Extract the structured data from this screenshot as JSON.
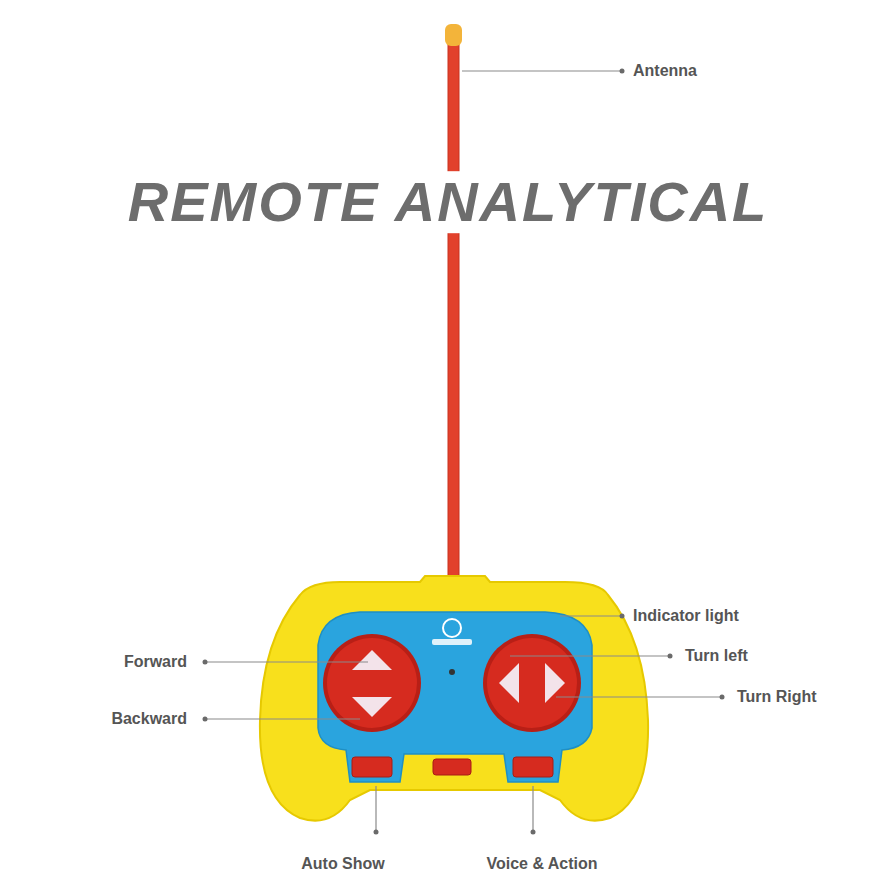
{
  "diagram": {
    "title": "REMOTE ANALYTICAL",
    "labels": [
      "Antenna",
      "Indicator light",
      "Forward",
      "Turn left",
      "Turn Right",
      "Backward",
      "Auto Show",
      "Voice & Action"
    ]
  }
}
